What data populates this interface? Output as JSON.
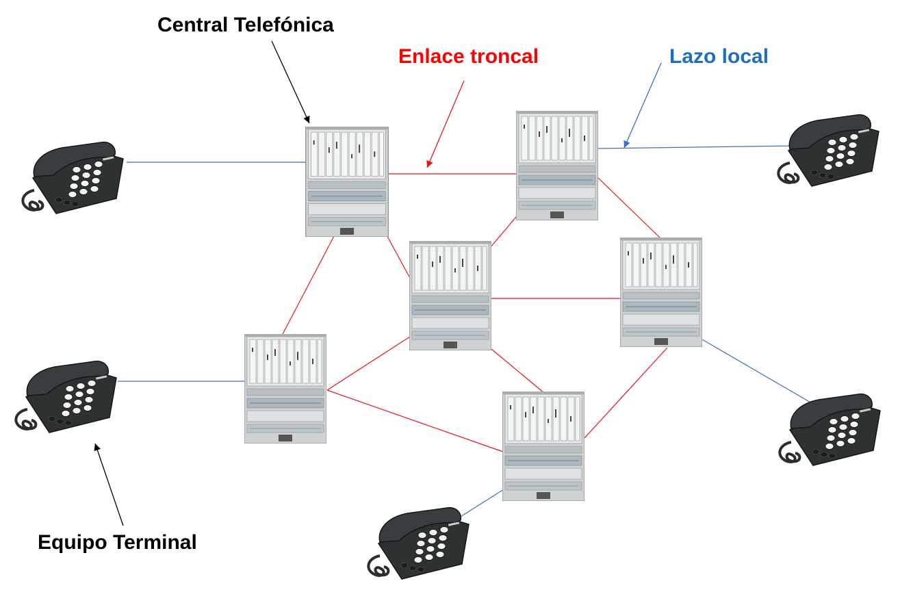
{
  "labels": {
    "central": "Central Telefónica",
    "enlace": "Enlace troncal",
    "lazo": "Lazo local",
    "terminal": "Equipo Terminal"
  },
  "colors": {
    "central": "#000000",
    "enlace": "#ff0000",
    "lazo": "#1f6fbf",
    "terminal": "#000000",
    "trunk_line": "#e8141e",
    "local_line": "#3a6fc2",
    "arrow_black": "#000000"
  },
  "icons": {
    "switch": "telephone-exchange-rack-icon",
    "phone": "desk-telephone-icon"
  }
}
